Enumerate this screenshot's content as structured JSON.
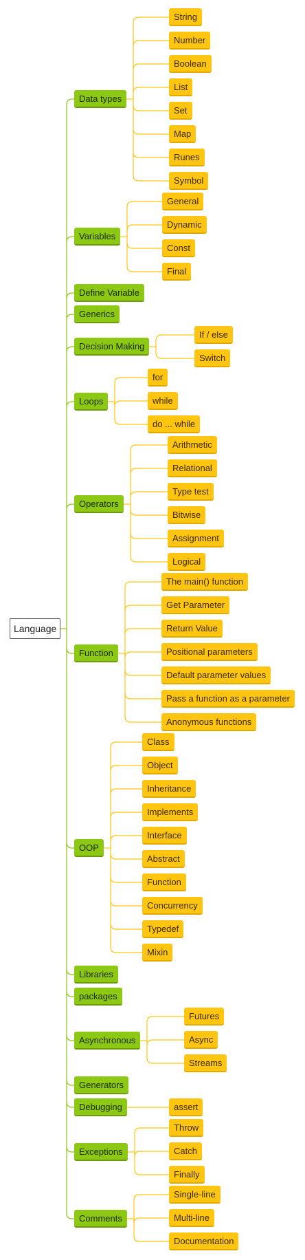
{
  "root": "Language",
  "categories": [
    {
      "label": "Data types",
      "children": [
        "String",
        "Number",
        "Boolean",
        "List",
        "Set",
        "Map",
        "Runes",
        "Symbol"
      ]
    },
    {
      "label": "Variables",
      "children": [
        "General",
        "Dynamic",
        "Const",
        "Final"
      ]
    },
    {
      "label": "Define Variable",
      "children": []
    },
    {
      "label": "Generics",
      "children": []
    },
    {
      "label": "Decision Making",
      "children": [
        "If / else",
        "Switch"
      ]
    },
    {
      "label": "Loops",
      "children": [
        "for",
        "while",
        "do ... while"
      ]
    },
    {
      "label": "Operators",
      "children": [
        "Arithmetic",
        "Relational",
        "Type test",
        "Bitwise",
        "Assignment",
        "Logical"
      ]
    },
    {
      "label": "Function",
      "children": [
        "The main() function",
        "Get Parameter",
        "Return Value",
        "Positional parameters",
        "Default parameter values",
        "Pass a function as a parameter",
        "Anonymous functions"
      ]
    },
    {
      "label": "OOP",
      "children": [
        "Class",
        "Object",
        "Inheritance",
        "Implements",
        "Interface",
        "Abstract",
        "Function",
        "Concurrency",
        "Typedef",
        "Mixin"
      ]
    },
    {
      "label": "Libraries",
      "children": []
    },
    {
      "label": "packages",
      "children": []
    },
    {
      "label": "Asynchronous",
      "children": [
        "Futures",
        "Async",
        "Streams"
      ]
    },
    {
      "label": "Generators",
      "children": []
    },
    {
      "label": "Debugging",
      "children": [
        "assert"
      ]
    },
    {
      "label": "Exceptions",
      "children": [
        "Throw",
        "Catch",
        "Finally"
      ]
    },
    {
      "label": "Comments",
      "children": [
        "Single-line",
        "Multi-line",
        "Documentation"
      ]
    }
  ],
  "colors": {
    "category": "#8cc814",
    "leaf": "#ffc510",
    "category_line": "#8cc814",
    "leaf_line": "#ffc510",
    "root_border": "#555555"
  }
}
